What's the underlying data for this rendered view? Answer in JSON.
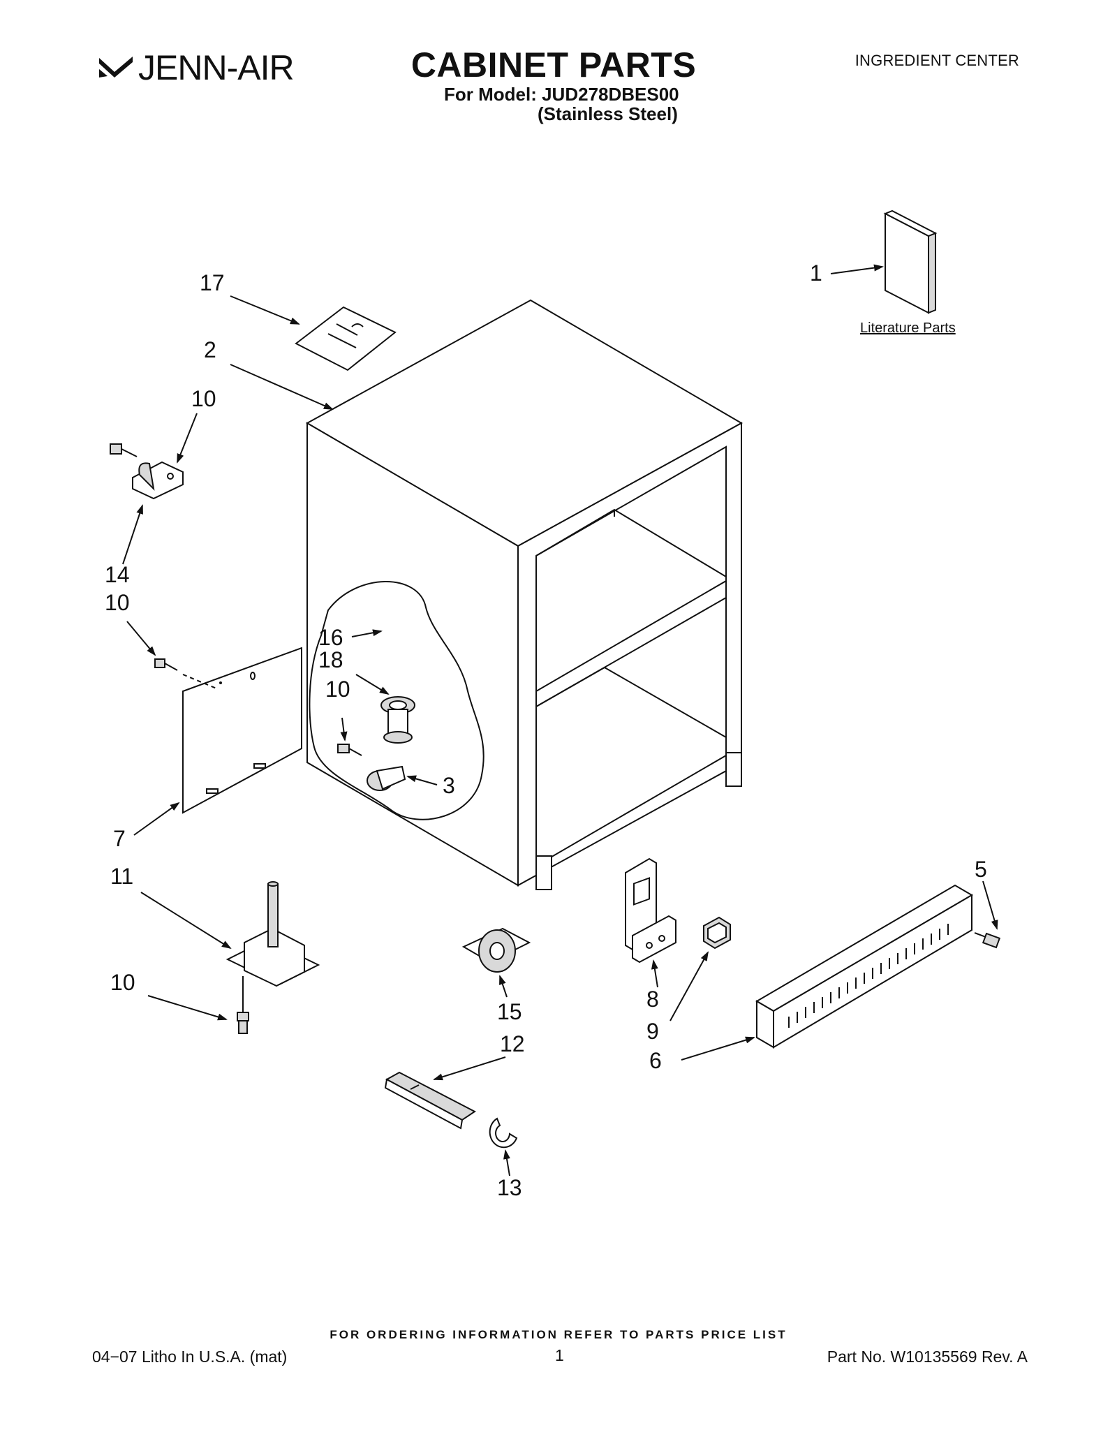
{
  "header": {
    "brand": "JENN-AIR",
    "title": "CABINET PARTS",
    "model_line": "For Model: JUD278DBES00",
    "finish_line": "(Stainless Steel)",
    "category": "INGREDIENT CENTER"
  },
  "diagram": {
    "literature_label": "Literature Parts",
    "callouts": {
      "c1": "1",
      "c2": "2",
      "c3": "3",
      "c5": "5",
      "c6": "6",
      "c7": "7",
      "c8": "8",
      "c9": "9",
      "c10a": "10",
      "c10b": "10",
      "c10c": "10",
      "c10d": "10",
      "c11": "11",
      "c12": "12",
      "c13": "13",
      "c14": "14",
      "c15": "15",
      "c16": "16",
      "c17": "17",
      "c18": "18"
    }
  },
  "footer": {
    "ordering_note": "FOR ORDERING INFORMATION REFER TO PARTS PRICE LIST",
    "litho": "04−07 Litho In U.S.A. (mat)",
    "page": "1",
    "part_no": "Part No. W10135569 Rev. A"
  }
}
